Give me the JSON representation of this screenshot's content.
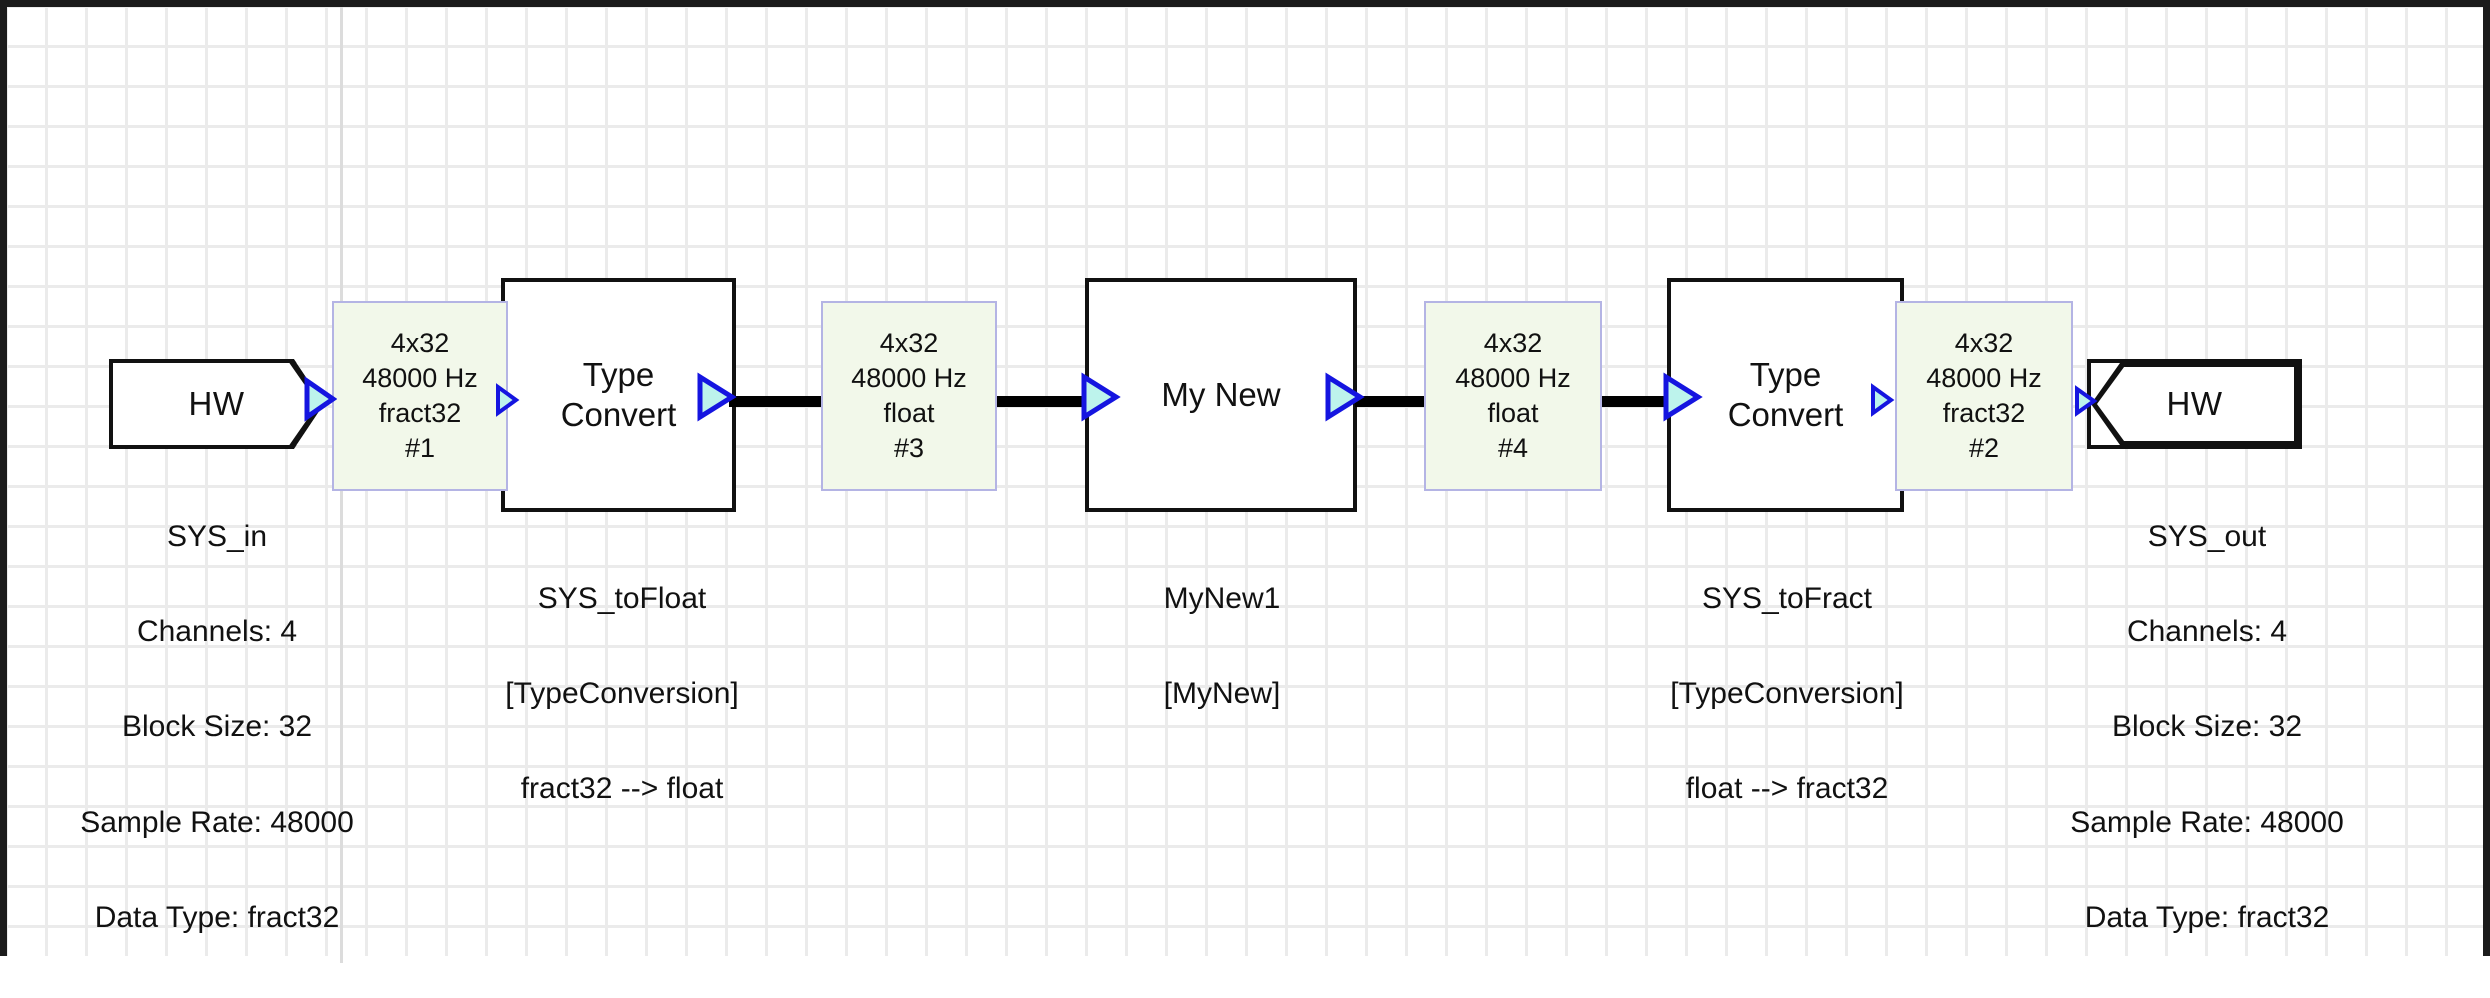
{
  "diagram": {
    "title": "Audio signal-flow block diagram",
    "colors": {
      "canvas_bg": "#ffffff",
      "grid_line": "#ebebeb",
      "block_border": "#111111",
      "signal_box_bg": "#f2f8ea",
      "signal_box_border": "#b4b4e4",
      "wire": "#000000",
      "port_fill": "#bdf3ec",
      "port_stroke": "#1515e0",
      "text": "#111111"
    }
  },
  "blocks": {
    "sys_in": {
      "inner_label": "HW",
      "caption": [
        "SYS_in",
        "Channels: 4",
        "Block Size: 32",
        "Sample Rate: 48000",
        "Data Type: fract32"
      ]
    },
    "sys_tofloat": {
      "inner_label": "Type\nConvert",
      "caption": [
        "SYS_toFloat",
        "[TypeConversion]",
        "fract32 --> float"
      ]
    },
    "mynew": {
      "inner_label": "My New",
      "caption": [
        "MyNew1",
        "[MyNew]"
      ]
    },
    "sys_tofract": {
      "inner_label": "Type\nConvert",
      "caption": [
        "SYS_toFract",
        "[TypeConversion]",
        "float --> fract32"
      ]
    },
    "sys_out": {
      "inner_label": "HW",
      "caption": [
        "SYS_out",
        "Channels: 4",
        "Block Size: 32",
        "Sample Rate: 48000",
        "Data Type: fract32"
      ]
    }
  },
  "signals": {
    "s1": {
      "dims": "4x32",
      "rate": "48000 Hz",
      "dtype": "fract32",
      "id": "#1"
    },
    "s3": {
      "dims": "4x32",
      "rate": "48000 Hz",
      "dtype": "float",
      "id": "#3"
    },
    "s4": {
      "dims": "4x32",
      "rate": "48000 Hz",
      "dtype": "float",
      "id": "#4"
    },
    "s2": {
      "dims": "4x32",
      "rate": "48000 Hz",
      "dtype": "fract32",
      "id": "#2"
    }
  },
  "ports": {
    "out_icon": "output-port-arrow-icon",
    "in_icon": "input-port-arrow-icon"
  }
}
